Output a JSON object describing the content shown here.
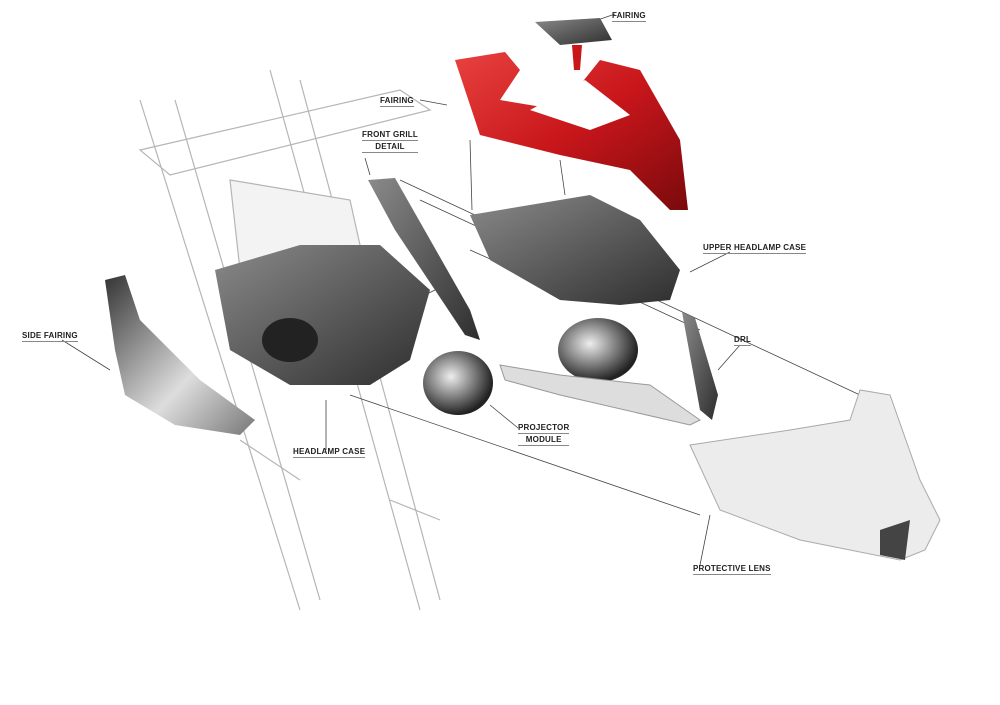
{
  "labels": {
    "fairing_top": "FAIRING",
    "fairing": "FAIRING",
    "front_grill_1": "FRONT GRILL",
    "front_grill_2": "DETAIL",
    "upper_headlamp_case": "UPPER HEADLAMP CASE",
    "side_fairing": "SIDE FAIRING",
    "drl": "DRL",
    "projector_1": "PROJECTOR",
    "projector_2": "MODULE",
    "headlamp_case": "HEADLAMP CASE",
    "protective_lens": "PROTECTIVE LENS"
  },
  "colors": {
    "fairing_red": "#c8161b",
    "dark_part": "#4a4a4a",
    "sketch_line": "#aaaaaa"
  }
}
